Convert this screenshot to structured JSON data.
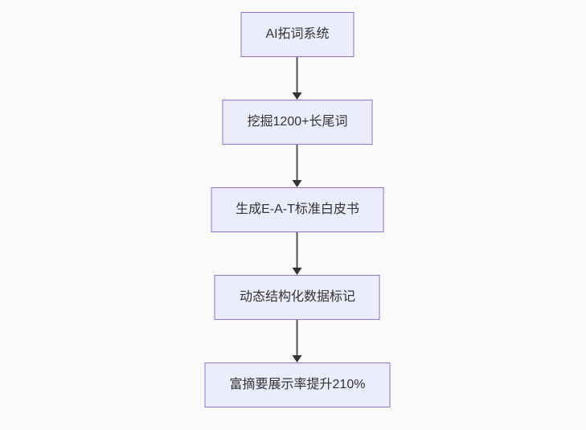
{
  "page": {
    "background": "#fafafa"
  },
  "flowchart": {
    "type": "flowchart-top-down",
    "style": {
      "node_fill": "#ECECFF",
      "node_border": "#9370DB",
      "node_text_color": "#333333",
      "edge_line_color": "#555555",
      "edge_arrowhead_color": "#333333"
    },
    "nodes": [
      {
        "id": "A",
        "label": "AI拓词系统"
      },
      {
        "id": "B",
        "label": "挖掘1200+长尾词"
      },
      {
        "id": "C",
        "label": "生成E-A-T标准白皮书"
      },
      {
        "id": "D",
        "label": "动态结构化数据标记"
      },
      {
        "id": "E",
        "label": "富摘要展示率提升210%"
      }
    ],
    "edges": [
      {
        "from": "A",
        "to": "B",
        "arrow": "down"
      },
      {
        "from": "B",
        "to": "C",
        "arrow": "down"
      },
      {
        "from": "C",
        "to": "D",
        "arrow": "down"
      },
      {
        "from": "D",
        "to": "E",
        "arrow": "down"
      }
    ]
  }
}
